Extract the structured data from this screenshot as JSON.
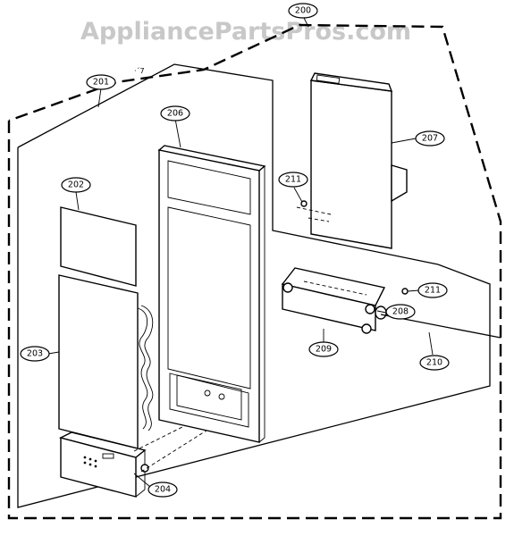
{
  "watermark": "AppliancePartsPros.com",
  "stray_mark": "·´7",
  "callouts": {
    "c200": "200",
    "c201": "201",
    "c202": "202",
    "c203": "203",
    "c204": "204",
    "c206": "206",
    "c207": "207",
    "c208": "208",
    "c209": "209",
    "c210": "210",
    "c211a": "211",
    "c211b": "211"
  }
}
